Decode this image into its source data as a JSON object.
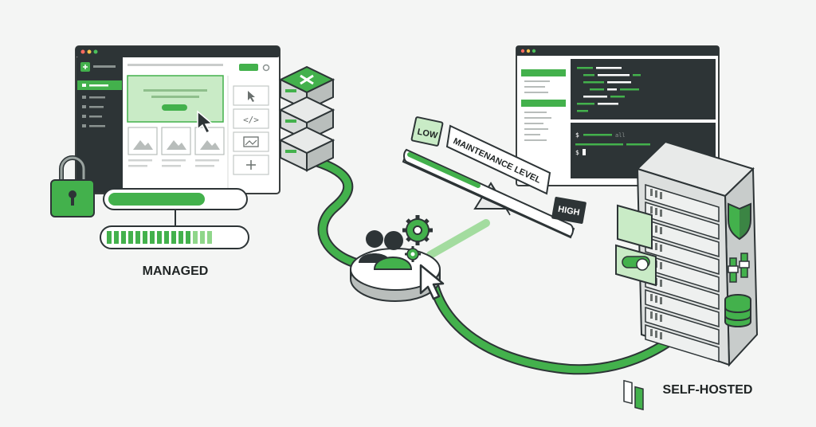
{
  "labels": {
    "managed": "MANAGED",
    "self_hosted": "SELF-HOSTED",
    "low": "LOW",
    "high": "HIGH",
    "maintenance_level": "MAINTENANCE LEVEL"
  },
  "terminal": {
    "prompt": "$",
    "command_hint": "all"
  },
  "progress": {
    "managed_bar_fill": 0.72,
    "managed_striped_fill": 0.78
  },
  "colors": {
    "accent": "#3fae4a",
    "accent_light": "#c9ebc6",
    "dark": "#2d3436",
    "outline": "#3a3f3f",
    "background": "#f4f5f4"
  },
  "icons": {
    "lock": "lock-icon",
    "shield": "shield-icon",
    "database": "database-icon",
    "gear": "gear-icon",
    "users": "users-icon",
    "cursor": "cursor-icon",
    "plus": "plus-icon",
    "code": "code-icon",
    "image": "image-icon"
  }
}
